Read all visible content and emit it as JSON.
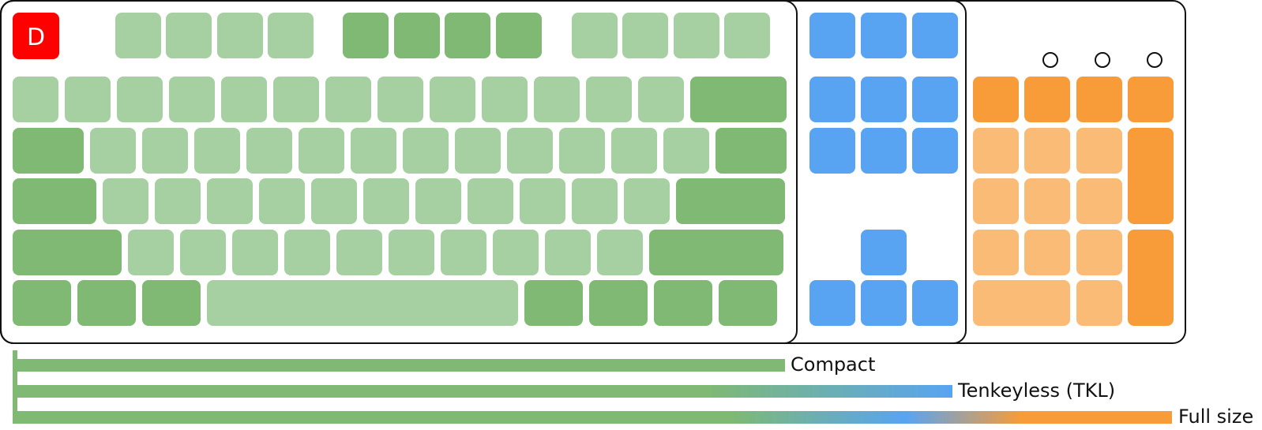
{
  "colors": {
    "main_light": "#a7d0a2",
    "main_dark": "#7fb974",
    "nav_blue": "#58a4f2",
    "numpad_light": "#fabb77",
    "numpad_dark": "#f79c39",
    "esc_red": "#ff0000",
    "outline": "#111111"
  },
  "keyboard": {
    "esc_key_letter": "D",
    "indicator_icons": [
      "indicator-light-icon",
      "indicator-light-icon",
      "indicator-light-icon"
    ]
  },
  "bars": [
    {
      "label": "Compact",
      "colors": [
        "main"
      ]
    },
    {
      "label": "Tenkeyless (TKL)",
      "colors": [
        "main",
        "nav"
      ]
    },
    {
      "label": "Full size",
      "colors": [
        "main",
        "nav",
        "numpad"
      ]
    }
  ]
}
